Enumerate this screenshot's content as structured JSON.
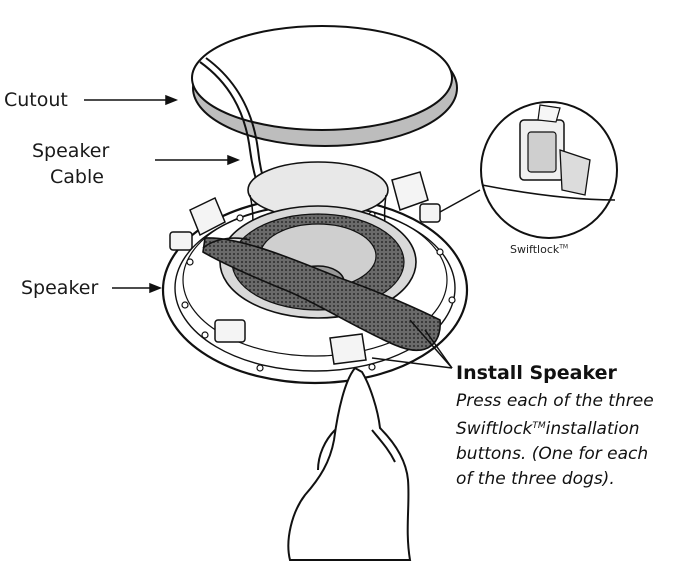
{
  "labels": {
    "cutout": "Cutout",
    "speaker_cable_line1": "Speaker",
    "speaker_cable_line2": "Cable",
    "speaker": "Speaker",
    "swiftlock": "Swiftlock",
    "swiftlock_tm": "TM"
  },
  "install": {
    "title": "Install Speaker",
    "line1": "Press each of the three",
    "line2_a": "Swiftlock",
    "line2_tm": "TM",
    "line2_b": "installation",
    "line3": "buttons. (One for each",
    "line4": "of the three dogs)."
  },
  "colors": {
    "ink": "#1a1a1a",
    "cutout_rim": "#9a9a9a",
    "grille": "#4a4a4a",
    "background": "#ffffff"
  }
}
